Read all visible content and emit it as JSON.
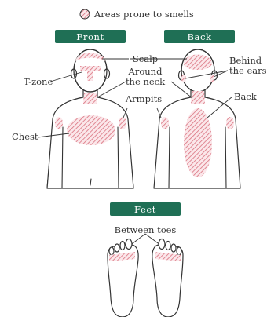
{
  "legend": {
    "label": "Areas prone to smells",
    "icon": "hatched-circle-icon"
  },
  "colors": {
    "tab_bg": "#1f6f55",
    "tab_text": "#ffffff",
    "hatch": "#d9707e",
    "line": "#333333"
  },
  "tabs": {
    "front": "Front",
    "back": "Back",
    "feet": "Feet"
  },
  "labels": {
    "scalp": "Scalp",
    "t_zone": "T-zone",
    "around_neck_line1": "Around",
    "around_neck_line2": "the neck",
    "behind_ears_line1": "Behind",
    "behind_ears_line2": "the ears",
    "armpits": "Armpits",
    "back": "Back",
    "chest": "Chest",
    "between_toes": "Between toes"
  }
}
